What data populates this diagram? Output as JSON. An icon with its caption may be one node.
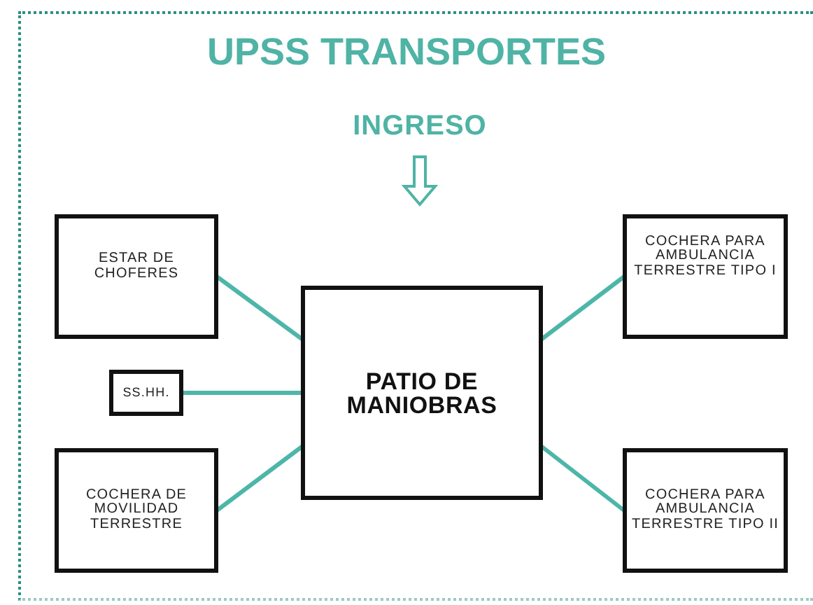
{
  "diagram": {
    "title": "UPSS TRANSPORTES",
    "nodes": [
      {
        "text": [
          "INGRESO"
        ]
      },
      {
        "text": [
          "ESTAR DE CHOFERES"
        ]
      },
      {
        "text": [
          "COCHERA PARA AMBULANCIA TERRESTRE TIPO I"
        ]
      },
      {
        "text": [
          "SS.HH."
        ]
      },
      {
        "text": [
          "PATIO DE MANIOBRAS"
        ]
      },
      {
        "text": [
          "COCHERA DE MOVILIDAD TERRESTRE"
        ]
      },
      {
        "text": [
          "COCHERA PARA AMBULANCIA TERRESTRE TIPO II"
        ]
      }
    ],
    "edges": [
      {
        "from": 0,
        "to": null,
        "arrow": "to"
      },
      {
        "from": 4,
        "to": 1,
        "arrow": "none"
      },
      {
        "from": 4,
        "to": 2,
        "arrow": "none"
      },
      {
        "from": 4,
        "to": 3,
        "arrow": "none"
      },
      {
        "from": 4,
        "to": 5,
        "arrow": "none"
      },
      {
        "from": 4,
        "to": 6,
        "arrow": "none"
      }
    ]
  }
}
